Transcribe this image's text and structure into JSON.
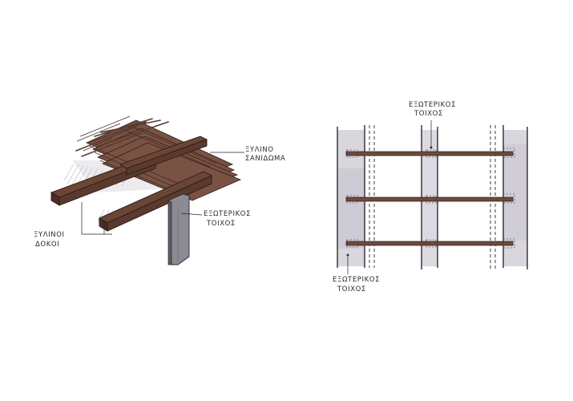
{
  "left_sketch": {
    "label_floorboards_line1": "ΞΥΛΙΝΟ",
    "label_floorboards_line2": "ΣΑΝΙΔΩΜΑ",
    "label_beams_line1": "ΞΥΛΙΝΟΙ",
    "label_beams_line2": "ΔΟΚΟΙ",
    "label_wall_line1": "ΕΞΩΤΕΡΙΚΟΣ",
    "label_wall_line2": "ΤΟΙΧΟΣ"
  },
  "right_sketch": {
    "label_top_line1": "ΕΞΩΤΕΡΙΚΟΣ",
    "label_top_line2": "ΤΟΙΧΟΣ",
    "label_bottom_line1": "ΕΞΩΤΕΡΙΚΟΣ",
    "label_bottom_line2": "ΤΟΙΧΟΣ"
  },
  "colors": {
    "wood": "#6e4a3e",
    "wood_dark": "#4a2f26",
    "wall_grey": "#d9d6de",
    "ink": "#1e1e1e"
  }
}
